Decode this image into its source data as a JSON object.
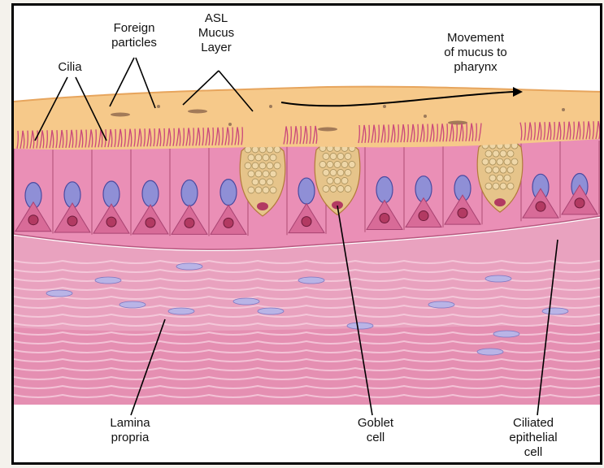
{
  "labels": {
    "cilia": "Cilia",
    "foreign_particles": [
      "Foreign",
      "particles"
    ],
    "asl_mucus_layer": [
      "ASL",
      "Mucus",
      "Layer"
    ],
    "movement": [
      "Movement",
      "of mucus to",
      "pharynx"
    ],
    "lamina_propria": [
      "Lamina",
      "propria"
    ],
    "goblet_cell": [
      "Goblet",
      "cell"
    ],
    "ciliated_epithelial_cell": [
      "Ciliated",
      "epithelial",
      "cell"
    ]
  },
  "colors": {
    "mucus": "#f6c98a",
    "epithelium": "#e889b2",
    "nucleus": "#8f8fd6",
    "basal_nucleus": "#b23a62",
    "goblet": "#e6c48a",
    "lamina": "#e79ab8",
    "fibroblast": "#b9b4e6",
    "outline": "#000000"
  }
}
